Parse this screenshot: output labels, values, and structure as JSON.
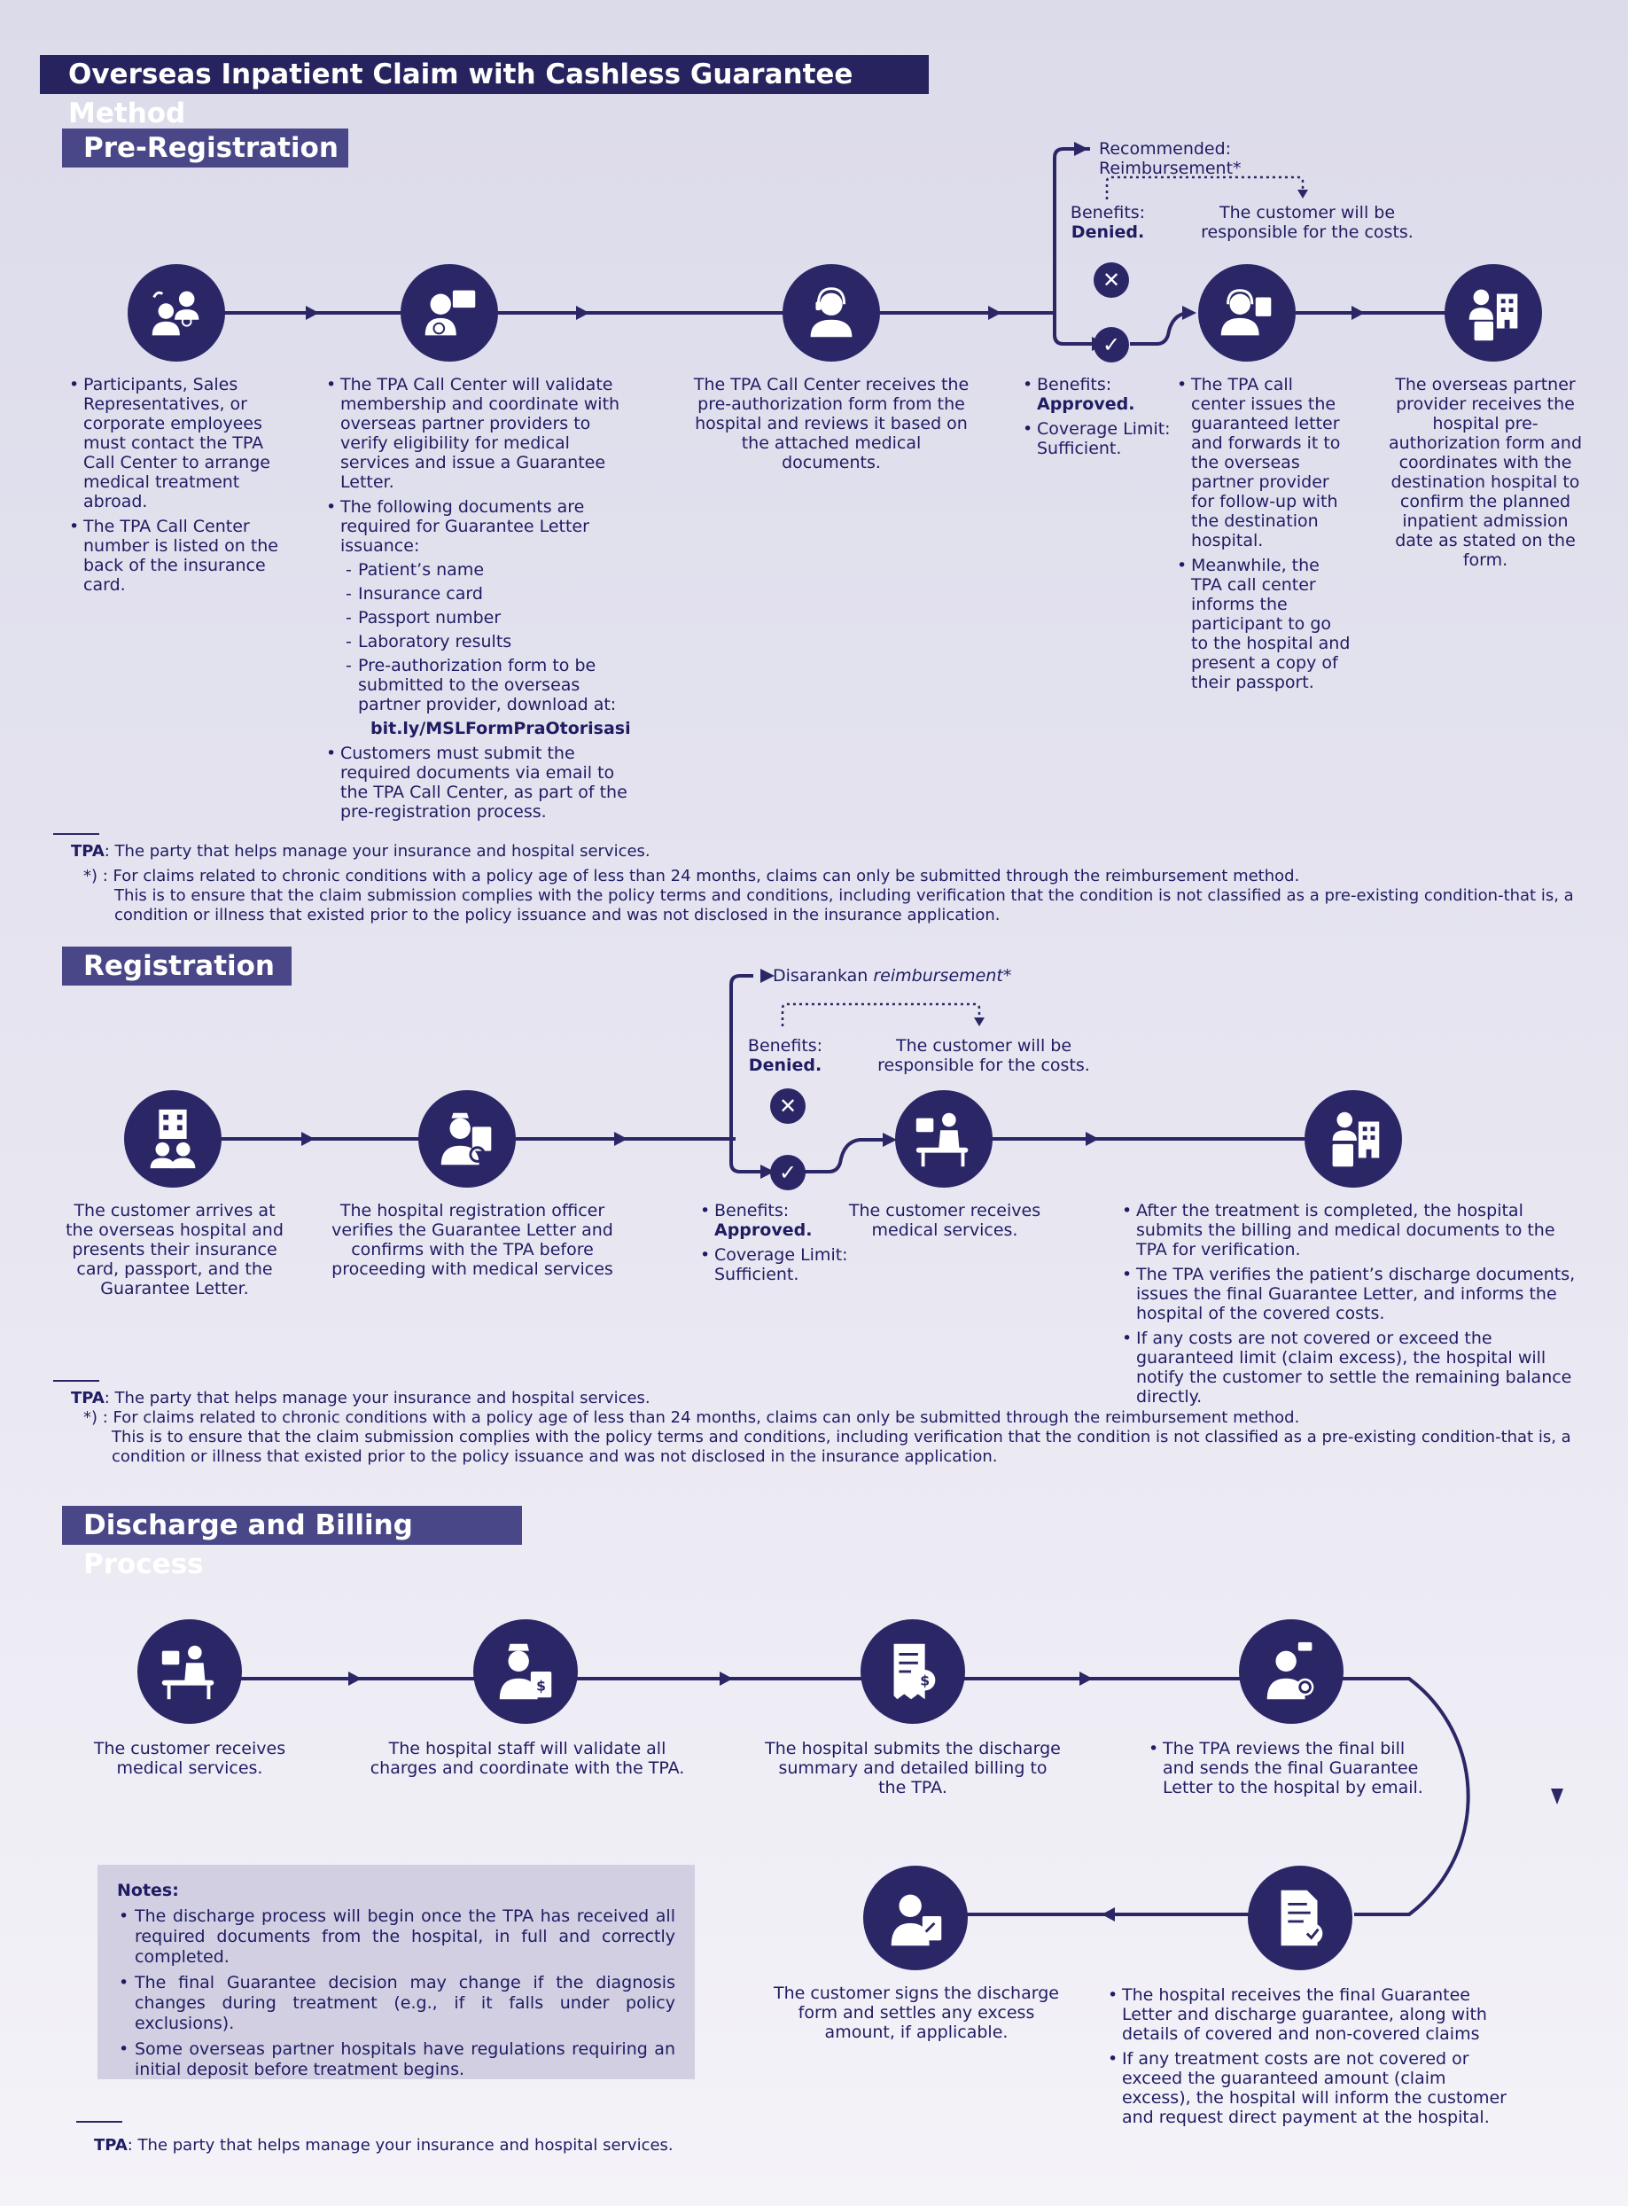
{
  "title": "Overseas Inpatient Claim with Cashless Guarantee Method",
  "colors": {
    "primary": "#2b2767",
    "title_bar": "#26235f",
    "section_bar": "#4a4788",
    "notes_bg": "#d1cfe1"
  },
  "preregistration": {
    "heading": "Pre-Registration",
    "step1": {
      "icon": "call-center-customer-icon",
      "bullets": [
        "Participants, Sales Representatives, or corporate employees must contact the TPA Call Center to arrange medical treatment abroad.",
        "The TPA Call Center number is listed on the back of the insurance card."
      ]
    },
    "step2": {
      "icon": "call-center-doctor-icon",
      "bullet1": "The TPA Call Center will validate membership and coordinate with overseas partner providers to verify eligibility for medical services and issue a Guarantee Letter.",
      "bullet2": "The following documents are required for Guarantee Letter issuance:",
      "docs": [
        "Patient’s name",
        "Insurance card",
        "Passport number",
        "Laboratory results",
        "Pre-authorization form to be submitted to the overseas partner provider, download at:"
      ],
      "link": "bit.ly/MSLFormPraOtorisasi",
      "bullet3": "Customers must submit the required documents via email to the TPA Call Center, as part of the pre-registration process."
    },
    "step3": {
      "icon": "call-center-agent-icon",
      "text": "The TPA Call Center receives the pre-authorization form from the hospital and reviews it based on the attached medical documents."
    },
    "branch": {
      "recommended": "Recommended: Reimbursement*",
      "denied_label": "Benefits:",
      "denied_value": "Denied.",
      "responsible": "The customer will be responsible for the costs.",
      "approved_label": "Benefits:",
      "approved_value": "Approved.",
      "coverage": "Coverage Limit: Sufficient.",
      "cross": "✕",
      "check": "✓"
    },
    "step4": {
      "icon": "call-center-document-icon",
      "bullets": [
        "The TPA call center issues the guaranteed letter and forwards it  to the overseas partner provider for follow-up with the destination hospital.",
        "Meanwhile, the TPA call center informs the participant to go to the hospital and present a copy of their passport."
      ]
    },
    "step5": {
      "icon": "hospital-coordination-icon",
      "text": "The overseas partner provider receives the hospital pre-authorization form and coordinates with the destination hospital to confirm the planned inpatient admission date as stated on the form."
    },
    "footnote_tpa_bold": "TPA",
    "footnote_tpa": ": The party that helps manage your insurance and hospital services.",
    "footnote_star1": "*)  : For claims related to chronic conditions with a policy age of less than 24 months, claims can only be submitted through the reimbursement method.",
    "footnote_star2": "This is to ensure that the claim submission complies with the policy terms and conditions, including verification that the condition is not classified as a pre-existing condition-that is, a condition or illness that existed prior to the policy issuance and was not disclosed in the insurance application."
  },
  "registration": {
    "heading": "Registration",
    "step1": {
      "icon": "hospital-arrival-icon",
      "text": "The customer arrives at the overseas hospital and presents their insurance card, passport, and the Guarantee Letter."
    },
    "step2": {
      "icon": "registration-officer-icon",
      "text": "The hospital registration officer verifies the Guarantee Letter and confirms with the TPA before proceeding with medical services"
    },
    "branch": {
      "recommended_prefix": "Disarankan ",
      "recommended_italic": "reimbursement",
      "recommended_suffix": "*",
      "denied_label": "Benefits:",
      "denied_value": "Denied.",
      "responsible": "The customer will be responsible for the costs.",
      "approved_label": "Benefits:",
      "approved_value": "Approved.",
      "coverage": "Coverage Limit: Sufficient.",
      "cross": "✕",
      "check": "✓"
    },
    "step3": {
      "icon": "medical-treatment-icon",
      "text": "The customer receives medical services."
    },
    "step4": {
      "icon": "discharge-documents-icon",
      "bullets": [
        "After the treatment is completed, the hospital submits the billing and medical documents to the TPA for verification.",
        "The TPA verifies the patient’s discharge documents, issues the final Guarantee Letter, and informs the hospital of the covered costs.",
        "If any costs are not covered or exceed the guaranteed limit (claim excess), the hospital will notify the customer to settle the remaining balance directly."
      ]
    },
    "footnote_tpa_bold": "TPA",
    "footnote_tpa": ": The party that helps manage your insurance and hospital services.",
    "footnote_star1": "*)  : For claims related to chronic conditions with a policy age of less than 24 months, claims can only be submitted through the reimbursement method.",
    "footnote_star2": "This is to ensure that the claim submission complies with the policy terms and conditions, including verification that the condition is not classified as a pre-existing condition-that is, a condition or illness that existed prior to the policy issuance and was not disclosed in the insurance application."
  },
  "discharge": {
    "heading": "Discharge and Billing Process",
    "step1": {
      "icon": "medical-treatment-icon",
      "text": "The customer receives medical services."
    },
    "step2": {
      "icon": "nurse-billing-icon",
      "text": "The hospital staff will validate all charges and coordinate with the TPA."
    },
    "step3": {
      "icon": "billing-summary-icon",
      "text": "The hospital submits the discharge summary and detailed billing to the TPA."
    },
    "step4": {
      "icon": "tpa-review-icon",
      "bullets": [
        "The TPA reviews the final bill and sends the final Guarantee Letter to the hospital by email."
      ]
    },
    "step5": {
      "icon": "guarantee-letter-icon",
      "bullets": [
        "The hospital receives the final Guarantee Letter and discharge guarantee, along with details of covered and non-covered claims",
        "If any treatment costs are not covered or exceed the guaranteed amount (claim excess), the hospital will inform the customer and request direct payment at the hospital."
      ]
    },
    "step6": {
      "icon": "customer-signing-icon",
      "text": "The customer signs the discharge form and settles any excess amount, if applicable."
    },
    "notes": {
      "heading": "Notes:",
      "items": [
        "The discharge process will begin once the TPA has received all required documents from the hospital, in full and correctly completed.",
        "The final Guarantee decision may change if the diagnosis changes during treatment (e.g., if it falls under policy exclusions).",
        "Some overseas partner hospitals have regulations requiring an initial deposit before treatment begins."
      ]
    },
    "footnote_tpa_bold": "TPA",
    "footnote_tpa": ": The party that helps manage your insurance and hospital services."
  }
}
